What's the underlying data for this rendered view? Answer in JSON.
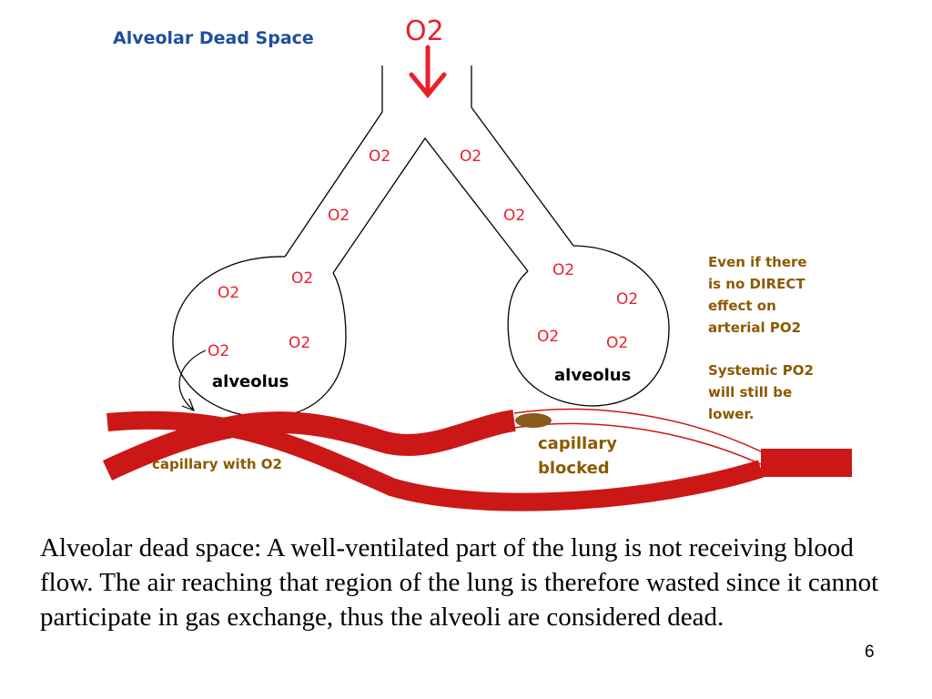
{
  "diagram": {
    "title": "Alveolar Dead Space",
    "top_o2": "O2",
    "o2_label": "O2",
    "alveolus_left_label": "alveolus",
    "alveolus_right_label": "alveolus",
    "capillary_with_o2_label": "capillary with O2",
    "capillary_blocked_line1": "capillary",
    "capillary_blocked_line2": "blocked",
    "note_lines": [
      "Even if there",
      "is no DIRECT",
      "effect on",
      "arterial PO2",
      "",
      "Systemic PO2",
      "will still be",
      "lower."
    ],
    "colors": {
      "title": "#1f4e9c",
      "o2": "#e8202a",
      "blood": "#cc1717",
      "note": "#8b5a00",
      "clot": "#8a5a1a"
    }
  },
  "caption": "Alveolar dead space: A well-ventilated part of the lung is not receiving blood flow. The air reaching that region of the lung is therefore wasted since it cannot participate in gas exchange, thus the alveoli are considered dead.",
  "page_number": "6"
}
